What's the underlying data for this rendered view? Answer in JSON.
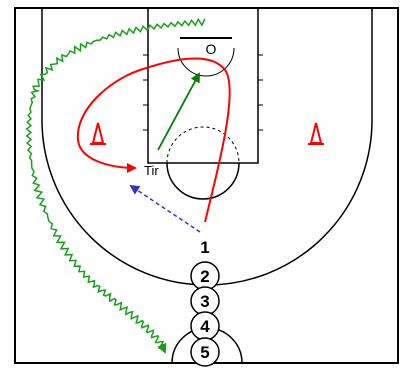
{
  "diagram": {
    "hoop_label": "O",
    "shot_label": "Tir",
    "players": [
      "1",
      "2",
      "3",
      "4",
      "5"
    ],
    "colors": {
      "court_lines": "#000000",
      "cut_path": "#ff0000",
      "pass": "#008000",
      "dribble": "#1a9e1a",
      "dashed_pass": "#3333cc",
      "cone": "#ff0000",
      "background": "#ffffff"
    },
    "icons": {
      "cone": "cone-icon",
      "hoop": "hoop-icon"
    }
  }
}
